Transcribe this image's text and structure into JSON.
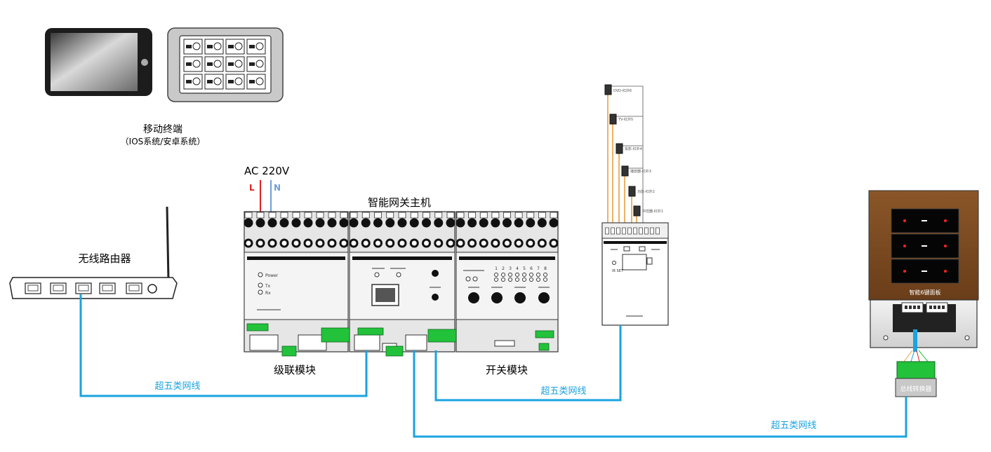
{
  "labels": {
    "mobile_title": "移动终端",
    "mobile_subtitle": "（IOS系统/安卓系统）",
    "ac_label": "AC 220V",
    "live_label": "L",
    "neutral_label": "N",
    "gateway_title": "智能网关主机",
    "router_title": "无线路由器",
    "cascade_module": "级联模块",
    "switch_module": "开关模块",
    "cable_left": "超五类网线",
    "cable_mid": "超五类网线",
    "cable_right": "超五类网线",
    "panel_title": "智能6键面板",
    "bus_converter": "总线转换器",
    "power_led": "Power",
    "tx_led": "Tx",
    "rx_led": "Rx",
    "ir_set_label": "IR SET"
  },
  "ir_items": [
    "DVD-红外6",
    "TV-红外5",
    "投影-红外4",
    "播放器-红外3",
    "功放-红外2",
    "中控器-红外1"
  ],
  "switch_channel_numbers": [
    "1",
    "2",
    "3",
    "4",
    "5",
    "6",
    "7",
    "8"
  ],
  "colors": {
    "cable": "#1aa3e0",
    "live_wire": "#e02020",
    "neutral_wire": "#6f9fd8",
    "terminal_green": "#22c23a",
    "panel_wood": "#7a4a22",
    "ir_wire": "#e8a040",
    "led_red": "#ff2020"
  }
}
